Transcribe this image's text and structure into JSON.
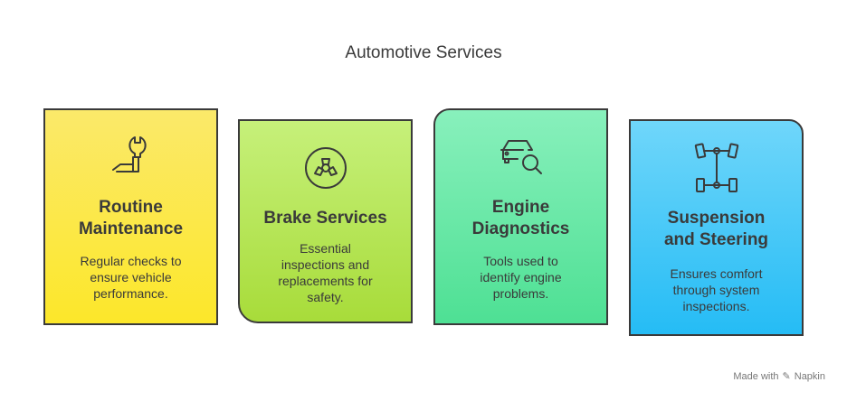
{
  "title": "Automotive Services",
  "cards": [
    {
      "heading": "Routine\nMaintenance",
      "description": "Regular checks to\nensure vehicle\nperformance.",
      "icon": "wrench-hand-icon",
      "color": "#fbe85a"
    },
    {
      "heading": "Brake Services",
      "description": "Essential\ninspections and\nreplacements for\nsafety.",
      "icon": "brake-disc-icon",
      "color": "#c0e85a"
    },
    {
      "heading": "Engine\nDiagnostics",
      "description": "Tools used to\nidentify engine\nproblems.",
      "icon": "car-magnifier-icon",
      "color": "#6ee8a4"
    },
    {
      "heading": "Suspension\nand Steering",
      "description": "Ensures comfort\nthrough system\ninspections.",
      "icon": "axle-chassis-icon",
      "color": "#55c8f5"
    }
  ],
  "footer": {
    "made_with": "Made with",
    "brand": "Napkin"
  }
}
